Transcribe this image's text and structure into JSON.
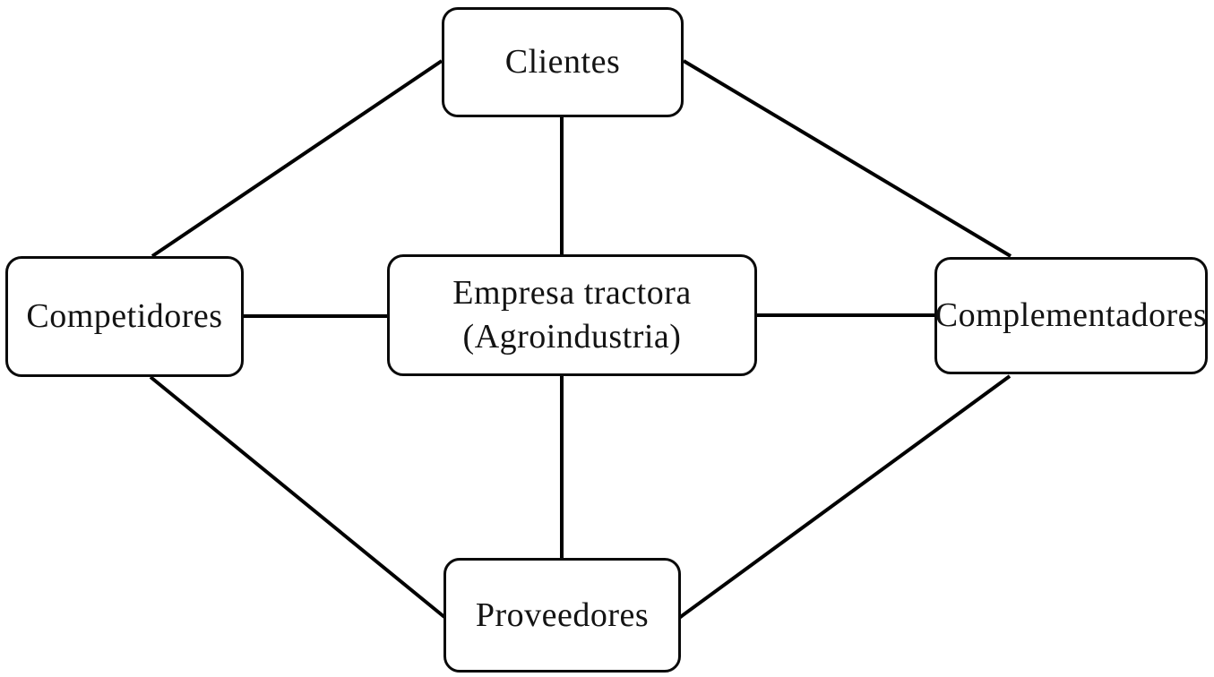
{
  "diagram": {
    "type": "network-diagram",
    "nodes": {
      "clientes": {
        "label": "Clientes"
      },
      "competidores": {
        "label": "Competidores"
      },
      "empresa": {
        "label": "Empresa tractora\n(Agroindustria)"
      },
      "complementadores": {
        "label": "Complementadores"
      },
      "proveedores": {
        "label": "Proveedores"
      }
    },
    "edges": [
      {
        "from": "clientes",
        "to": "competidores"
      },
      {
        "from": "clientes",
        "to": "empresa"
      },
      {
        "from": "clientes",
        "to": "complementadores"
      },
      {
        "from": "competidores",
        "to": "empresa"
      },
      {
        "from": "empresa",
        "to": "complementadores"
      },
      {
        "from": "competidores",
        "to": "proveedores"
      },
      {
        "from": "empresa",
        "to": "proveedores"
      },
      {
        "from": "proveedores",
        "to": "complementadores"
      }
    ],
    "colors": {
      "background": "#ffffff",
      "node_fill": "#ffffff",
      "node_border": "#000000",
      "edge_line": "#000000",
      "text": "#131313"
    }
  }
}
